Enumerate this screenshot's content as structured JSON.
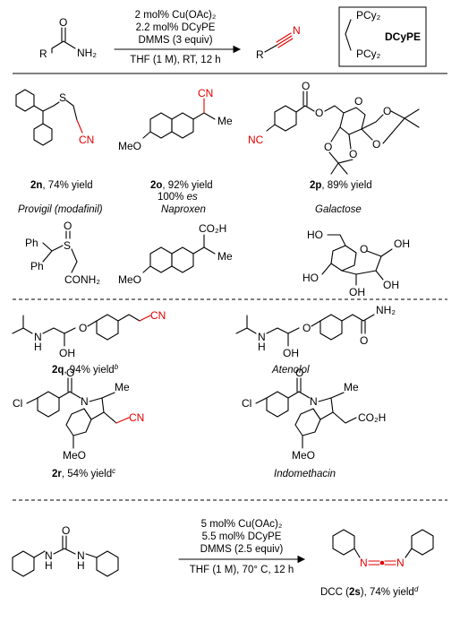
{
  "top_reaction": {
    "conditions": [
      "2 mol% Cu(OAc)₂",
      "2.2 mol% DCyPE",
      "DMMS (3 equiv)",
      "THF (1 M), RT, 12 h"
    ],
    "ligand_name": "DCyPE",
    "ligand_p1": "PCy₂",
    "ligand_p2": "PCy₂"
  },
  "atoms": {
    "O": "O",
    "R": "R",
    "NH2": "NH₂",
    "N": "N",
    "S": "S",
    "CN": "CN",
    "Me": "Me",
    "MeO": "MeO",
    "NC": "NC",
    "Ph": "Ph",
    "CONH2": "CONH₂",
    "CO2H": "CO₂H",
    "HO": "HO",
    "OH": "OH",
    "H": "H",
    "Cl": "Cl"
  },
  "products": {
    "p2n": {
      "id": "2n",
      "yield": ", 74% yield",
      "drug": "Provigil (modafinil)"
    },
    "p2o": {
      "id": "2o",
      "yield": ", 92% yield",
      "es_val": "100% ",
      "es_word": "es",
      "drug": "Naproxen"
    },
    "p2p": {
      "id": "2p",
      "yield": ", 89% yield",
      "drug": "Galactose"
    },
    "p2q": {
      "id": "2q",
      "yield": ", 94% yield",
      "sup": "b",
      "drug": "Atenolol"
    },
    "p2r": {
      "id": "2r",
      "yield": ", 54% yield",
      "sup": "c",
      "drug": "Indomethacin"
    }
  },
  "bottom_reaction": {
    "conditions": [
      "5 mol% Cu(OAc)₂",
      "5.5 mol% DCyPE",
      "DMMS (2.5 equiv)",
      "THF (1 M), 70° C, 12 h"
    ],
    "product_pre": "DCC (",
    "product_id": "2s",
    "product_post": "), 74% yield",
    "sup": "d"
  }
}
